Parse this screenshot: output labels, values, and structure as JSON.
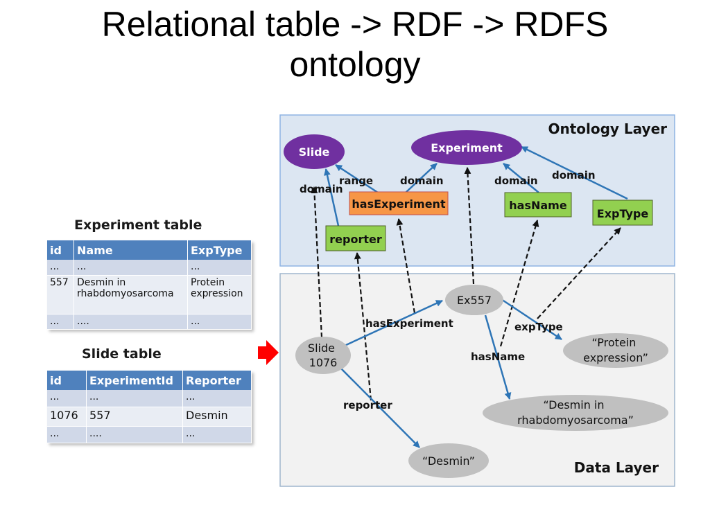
{
  "title": {
    "line1": "Relational table -> RDF -> RDFS",
    "line2": "ontology"
  },
  "experiment_table": {
    "caption": "Experiment table",
    "headers": [
      "id",
      "Name",
      "ExpType"
    ],
    "rows": [
      [
        "...",
        "...",
        "..."
      ],
      [
        "557",
        "Desmin in\nrhabdomyosarcoma",
        "Protein\nexpression"
      ],
      [
        "...",
        "....",
        "..."
      ]
    ]
  },
  "slide_table": {
    "caption": "Slide table",
    "headers": [
      "id",
      "ExperimentId",
      "Reporter"
    ],
    "rows": [
      [
        "...",
        "...",
        "..."
      ],
      [
        "1076",
        "557",
        "Desmin"
      ],
      [
        "...",
        "....",
        "..."
      ]
    ]
  },
  "ontology_layer": {
    "label": "Ontology Layer",
    "classes": {
      "slide": "Slide",
      "experiment": "Experiment"
    },
    "properties": {
      "has_experiment": "hasExperiment",
      "reporter": "reporter",
      "has_name": "hasName",
      "exp_type": "ExpType"
    },
    "edge_labels": {
      "range": "range",
      "domain_slide": "domain",
      "domain_hasexp": "domain",
      "domain_hasname": "domain",
      "domain_exptype": "domain"
    }
  },
  "data_layer": {
    "label": "Data Layer",
    "nodes": {
      "slide": "Slide\n1076",
      "ex": "Ex557",
      "protein": "“Protein\nexpression”",
      "desmin_in": "“Desmin in\nrhabdomyosarcoma”",
      "desmin": "“Desmin”"
    },
    "edge_labels": {
      "has_experiment": "hasExperiment",
      "exp_type": "expType",
      "has_name": "hasName",
      "reporter": "reporter"
    }
  },
  "colors": {
    "ontology_bg": "#dce6f2",
    "data_bg": "#f2f2f2",
    "class_node": "#7030a0",
    "property_green": "#92d050",
    "property_orange": "#f79646",
    "data_node": "#c0c0c0",
    "edge_blue": "#2e75b6",
    "arrow_red": "#ff0000",
    "table_header": "#4f81bd"
  }
}
